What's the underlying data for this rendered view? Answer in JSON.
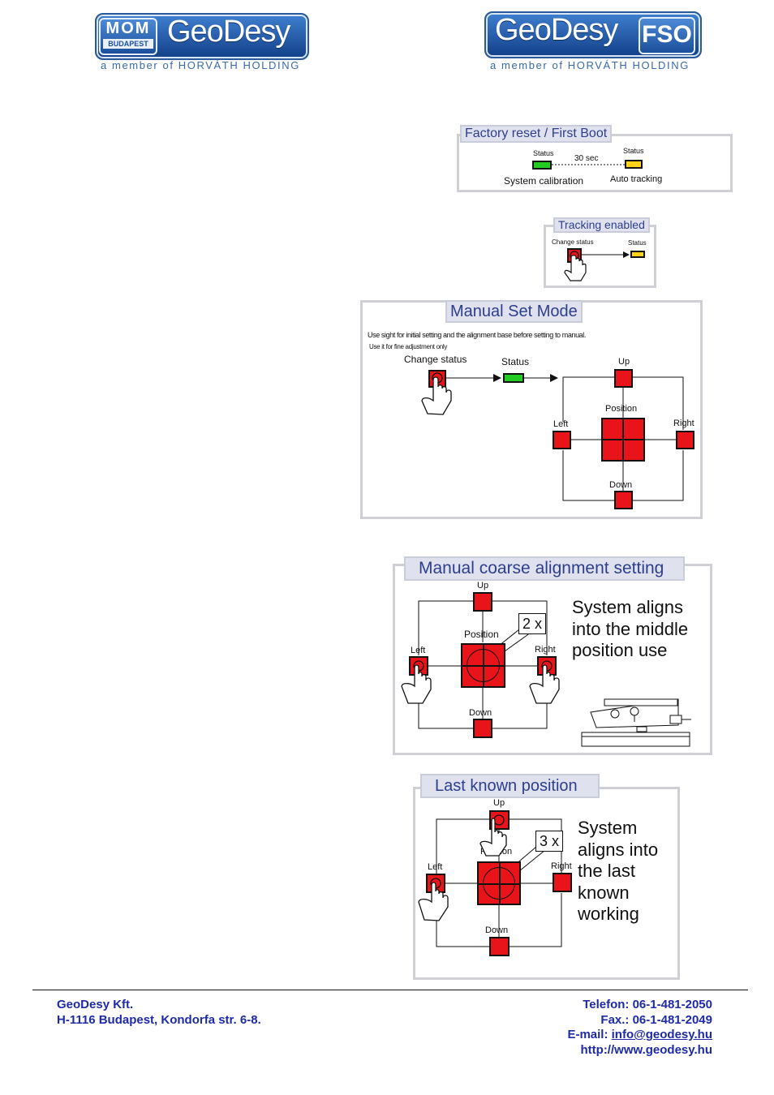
{
  "header": {
    "logo_left": {
      "badge_top": "MOM",
      "badge_bottom": "BUDAPEST",
      "word": "GeoDesy",
      "subtitle": "a member of HORVÁTH HOLDING"
    },
    "logo_right": {
      "word": "GeoDesy",
      "badge": "FSO",
      "subtitle": "a member of HORVÁTH HOLDING"
    }
  },
  "factory": {
    "title": "Factory reset / First Boot",
    "status_left": "Status",
    "timer": "30 sec",
    "status_right": "Status",
    "caption_left": "System calibration",
    "caption_right": "Auto tracking"
  },
  "tracking": {
    "title": "Tracking enabled",
    "change_status": "Change status",
    "status": "Status"
  },
  "manual_set": {
    "title": "Manual Set Mode",
    "note1": "Use sight for initial setting and the alignment base before setting to manual.",
    "note2": "Use it for fine adjustment only",
    "change_status": "Change status",
    "status": "Status",
    "up": "Up",
    "position": "Position",
    "left": "Left",
    "right": "Right",
    "down": "Down"
  },
  "coarse": {
    "title": "Manual coarse alignment setting",
    "up": "Up",
    "position": "Position",
    "left": "Left",
    "right": "Right",
    "down": "Down",
    "count": "2 x",
    "description": "System aligns into the middle position use"
  },
  "last_known": {
    "title": "Last known position",
    "up": "Up",
    "position": "Position",
    "left": "Left",
    "right": "Right",
    "down": "Down",
    "count": "3 x",
    "description": "System aligns into the last known working"
  },
  "footer": {
    "company": "GeoDesy Kft.",
    "address": "H-1116 Budapest, Kondorfa str. 6-8.",
    "phone": "Telefon: 06-1-481-2050",
    "fax": "Fax.: 06-1-481-2049",
    "email_label": "E-mail: ",
    "email": "info@geodesy.hu",
    "web": "http://www.geodesy.hu"
  },
  "colors": {
    "brand_blue": "#1e4f9b",
    "red": "#e8141a",
    "green": "#22cc22",
    "yellow": "#ffd21a",
    "footer_blue": "#1e2aa8"
  }
}
